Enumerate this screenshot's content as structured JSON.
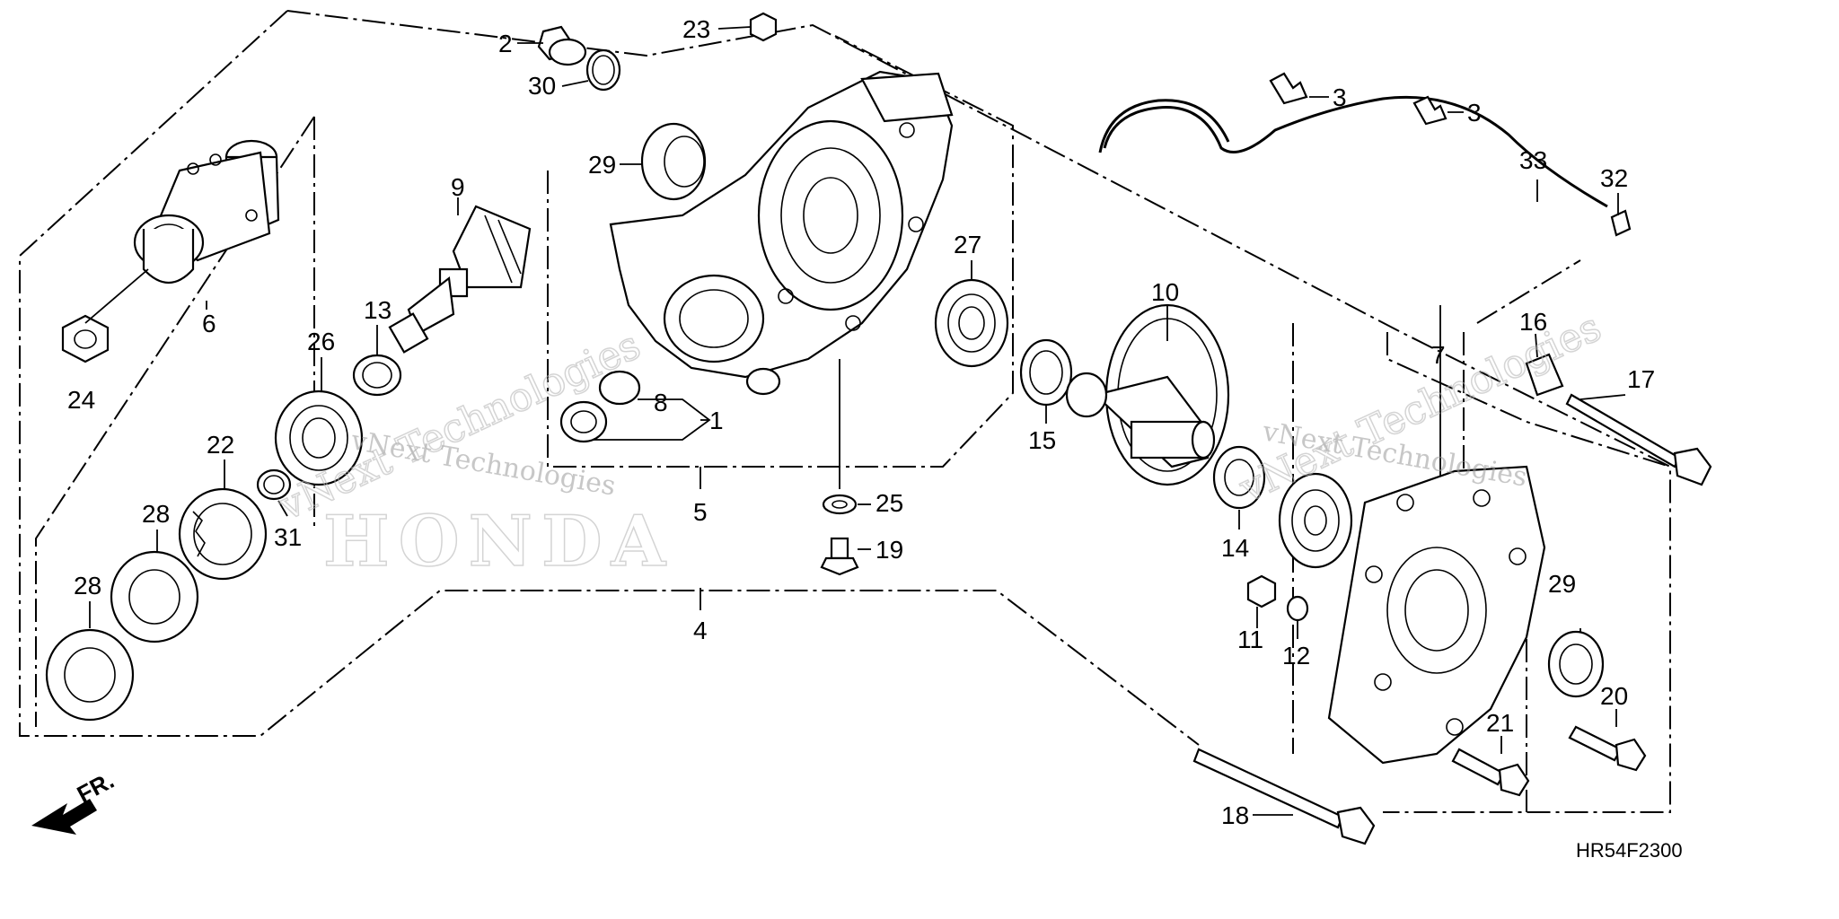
{
  "diagram_code": "HR54F2300",
  "front_marker": "FR.",
  "brand_watermark": "HONDA",
  "watermarks": [
    {
      "text": "vNext Technologies"
    },
    {
      "text": "vNext Technologies"
    }
  ],
  "callouts": {
    "c1": "1",
    "c2": "2",
    "c3a": "3",
    "c3b": "3",
    "c4": "4",
    "c5": "5",
    "c6": "6",
    "c7": "7",
    "c8": "8",
    "c9": "9",
    "c10": "10",
    "c11": "11",
    "c12": "12",
    "c13": "13",
    "c14": "14",
    "c15": "15",
    "c16": "16",
    "c17": "17",
    "c18": "18",
    "c19": "19",
    "c20": "20",
    "c21": "21",
    "c22": "22",
    "c23": "23",
    "c24": "24",
    "c25": "25",
    "c26": "26",
    "c27": "27",
    "c28a": "28",
    "c28b": "28",
    "c29a": "29",
    "c29b": "29",
    "c30": "30",
    "c31": "31",
    "c32": "32",
    "c33": "33"
  }
}
